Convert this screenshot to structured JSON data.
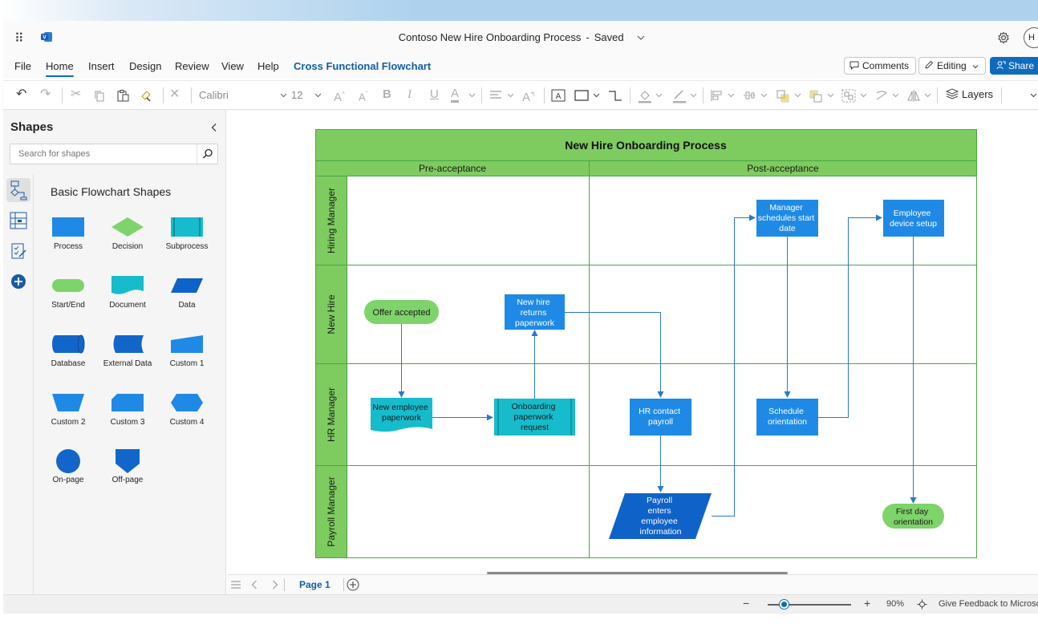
{
  "window": {
    "doc_title": "Contoso New Hire Onboarding Process",
    "separator": "-",
    "save_state": "Saved",
    "avatar_initial": "H"
  },
  "menu": {
    "items": [
      "File",
      "Home",
      "Insert",
      "Design",
      "Review",
      "View",
      "Help"
    ],
    "active": "Home",
    "context_tab": "Cross Functional Flowchart",
    "comments_label": "Comments",
    "editing_label": "Editing",
    "share_label": "Share"
  },
  "ribbon": {
    "font_name": "Calibri",
    "font_size": "12",
    "bold": "B",
    "italic": "I",
    "underline": "U",
    "font_color": "A",
    "grow_font": "A",
    "shrink_font": "A",
    "layers_label": "Layers"
  },
  "shapes_pane": {
    "title": "Shapes",
    "search_placeholder": "Search for shapes",
    "stencil_title": "Basic Flowchart Shapes",
    "shapes": [
      "Process",
      "Decision",
      "Subprocess",
      "Start/End",
      "Document",
      "Data",
      "Database",
      "External Data",
      "Custom 1",
      "Custom 2",
      "Custom 3",
      "Custom 4",
      "On-page",
      "Off-page"
    ]
  },
  "diagram": {
    "title": "New Hire Onboarding Process",
    "phases": [
      "Pre-acceptance",
      "Post-acceptance"
    ],
    "lanes": [
      "Hiring Manager",
      "New Hire",
      "HR Manager",
      "Payroll Manager"
    ],
    "nodes": {
      "offer_accepted": "Offer accepted",
      "new_hire_returns": [
        "New hire",
        "returns",
        "paperwork"
      ],
      "new_employee_paperwork": [
        "New employee",
        "paperwork"
      ],
      "onboarding_request": [
        "Onboarding",
        "paperwork",
        "request"
      ],
      "hr_contact_payroll": [
        "HR contact",
        "payroll"
      ],
      "payroll_enters": [
        "Payroll",
        "enters",
        "employee",
        "information"
      ],
      "manager_schedules": [
        "Manager",
        "schedules start",
        "date"
      ],
      "schedule_orientation": [
        "Schedule",
        "orientation"
      ],
      "employee_device_setup": [
        "Employee",
        "device setup"
      ],
      "first_day_orientation": [
        "First day",
        "orientation"
      ]
    },
    "colors": {
      "green_header": "#7ecb5f",
      "lane_border": "#4aa548",
      "process_blue": "#1f8ae6",
      "data_blue": "#0f62c8",
      "teal": "#16bccc",
      "terminator_green": "#7ed36a",
      "connector": "#2a79c9"
    }
  },
  "pages": {
    "current_page": "Page 1"
  },
  "status": {
    "zoom_minus": "−",
    "zoom_plus": "+",
    "zoom_level": "90%",
    "feedback": "Give Feedback to Microso"
  }
}
